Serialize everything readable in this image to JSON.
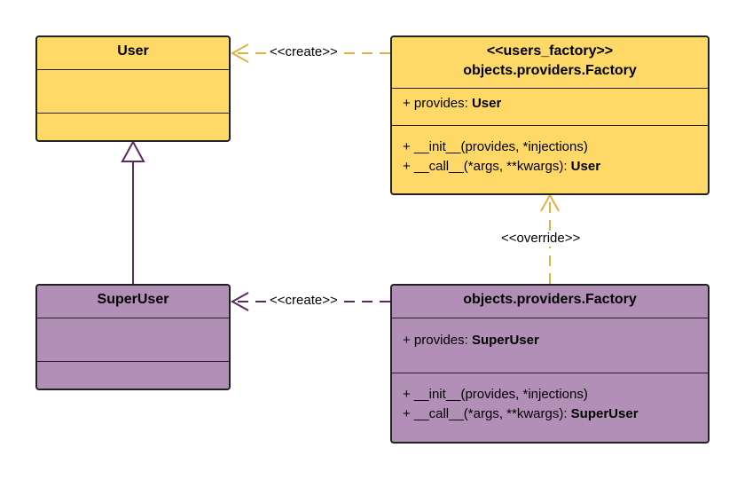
{
  "colors": {
    "yellow_fill": "#fed967",
    "purple_fill": "#b28fb7",
    "yellow_line": "#e2b33c",
    "purple_line": "#5a2a60",
    "border": "#222222"
  },
  "classes": {
    "user": {
      "name": "User"
    },
    "superuser": {
      "name": "SuperUser"
    },
    "factory_user": {
      "stereotype": "<<users_factory>>",
      "name": "objects.providers.Factory",
      "attribute_prefix": "+ provides: ",
      "attribute_type": "User",
      "op1": "+ __init__(provides, *injections)",
      "op2_prefix": "+ __call__(*args, **kwargs): ",
      "op2_type": "User"
    },
    "factory_superuser": {
      "name": "objects.providers.Factory",
      "attribute_prefix": "+ provides: ",
      "attribute_type": "SuperUser",
      "op1": "+ __init__(provides, *injections)",
      "op2_prefix": "+ __call__(*args, **kwargs): ",
      "op2_type": "SuperUser"
    }
  },
  "relations": {
    "create_top": "<<create>>",
    "create_bottom": "<<create>>",
    "override": "<<override>>"
  }
}
